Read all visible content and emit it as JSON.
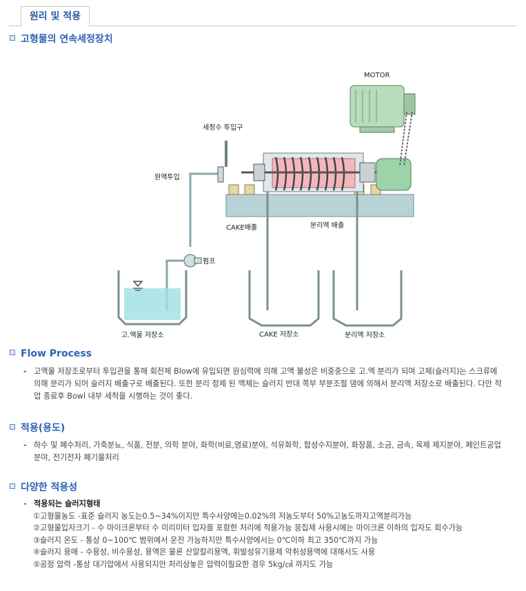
{
  "tab": {
    "label": "원리 및 적용"
  },
  "section1": {
    "title": "고형물의 연속세정장치"
  },
  "diagram": {
    "motor": "MOTOR",
    "wash_inlet": "세정수 투입구",
    "feed_inlet": "원액투입",
    "pump": "펌프",
    "cake_outlet": "CAKE배출",
    "filtrate_outlet": "분리액 배출",
    "feed_tank": "고.액물 저장소",
    "cake_tank": "CAKE 저장소",
    "filtrate_tank": "분리액 저장소"
  },
  "flow": {
    "title": "Flow Process",
    "dash": "-",
    "text": "고액물 저장조로부터 투입관을 통해 회전체 Blow에 유입되면 원심력에 의해 고액 불성은 비중중으로 고.액 분리가 되며 고체(슬러지)는 스크류에 의해 분리가 되어 슬러지 배출구로 배출된다. 또한 분리 정제 된 액체는 슬러지 반대 쪽부 부분조절 댐에 의해서 분리액 저장소로 배출된다. 다만 작업 종료후 Bowl 내부 세척을 시행하는 것이 좋다."
  },
  "usage": {
    "title": "적용(용도)",
    "dash": "-",
    "text": "하수 및 폐수처리, 가축분뇨, 식품, 전분, 의학 분야, 화학(비료,염료)분야, 석유화학, 합성수지분야, 화장품, 소금, 금속, 목제 제지분야, 페인트공업분야, 전기전자 폐기물처리"
  },
  "applicability": {
    "title": "다양한 적용성",
    "dash": "-",
    "subtitle": "적용되는 슬러지형태",
    "items": [
      "①고형물농도 -표준 슬러지 농도는0.5~34%이지만 특수사양에는0.02%의 저농도부터 50%고농도까지고액분리가능",
      "②고형물입자크기 - 수 마이크론부터 수 미리미터 입자를 포함한 처리에 적용가능 응집제 사용시에는 마이크론 이하의 입자도 회수가능",
      "③슬러지 온도 - 통상 0~100℃ 범위에서 운전 가능하지만 특수사양에서는 0℃이하 최고 350℃까지 가능",
      "④슬러지 용매 - 수용성, 비수용성, 용액은 물론 산알칼리용액, 휘발성유기용제 악취성용액에 대해서도 사용",
      "⑤공정 압력 -통상 대기압에서 사용되지만 처리상놓은 압력이필요한 경우 5kg/㎠ 까지도 가능"
    ]
  }
}
